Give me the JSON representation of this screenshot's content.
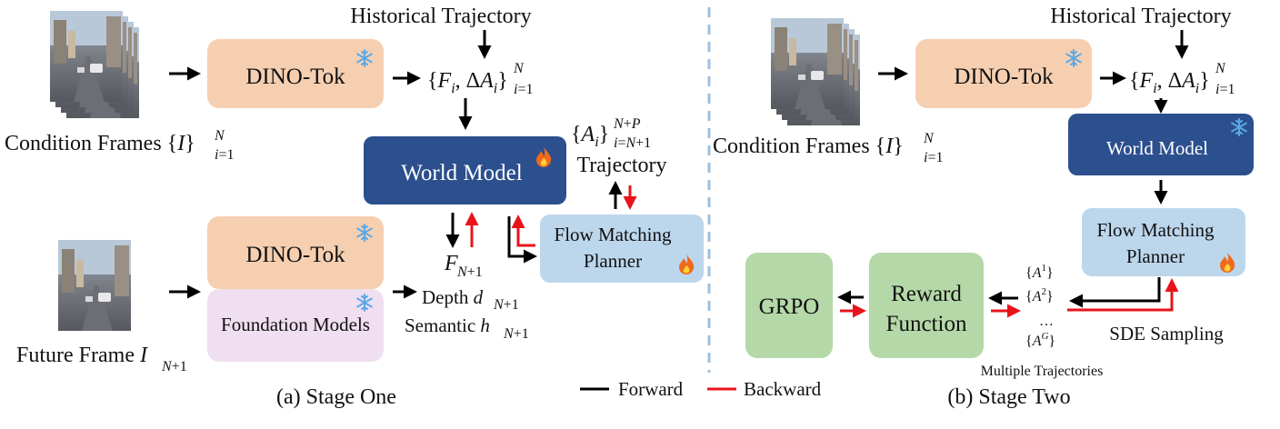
{
  "stage_one": {
    "caption": "(a) Stage One",
    "historical_trajectory": "Historical Trajectory",
    "condition_frames": "Condition Frames",
    "future_frame": "Future Frame",
    "dino_tok_top": "DINO-Tok",
    "dino_tok_bottom": "DINO-Tok",
    "foundation_models": "Foundation Models",
    "world_model": "World Model",
    "flow_matching_line1": "Flow Matching",
    "flow_matching_line2": "Planner",
    "trajectory": "Trajectory",
    "depth": "Depth",
    "semantic": "Semantic",
    "feature_set": "{F",
    "f_next": "F"
  },
  "stage_two": {
    "caption": "(b) Stage Two",
    "historical_trajectory": "Historical Trajectory",
    "condition_frames": "Condition Frames",
    "dino_tok": "DINO-Tok",
    "world_model": "World Model",
    "flow_matching_line1": "Flow Matching",
    "flow_matching_line2": "Planner",
    "grpo": "GRPO",
    "reward_line1": "Reward",
    "reward_line2": "Function",
    "sde_sampling": "SDE Sampling",
    "multiple_trajectories": "Multiple Trajectories"
  },
  "legend": {
    "forward": "Forward",
    "backward": "Backward"
  },
  "colors": {
    "dino_tok": "#f6cfb1",
    "foundation": "#efdff0",
    "world_model": "#2c4f8e",
    "flow_matching": "#bcd6ec",
    "green": "#b5d8a8",
    "forward": "#000000",
    "backward": "#e8141b",
    "divider": "#9dbfdc",
    "snowflake": "#5aa9e6",
    "fire": "#f06a1c"
  },
  "icons": {
    "frozen": "snowflake-icon",
    "trainable": "fire-icon"
  }
}
